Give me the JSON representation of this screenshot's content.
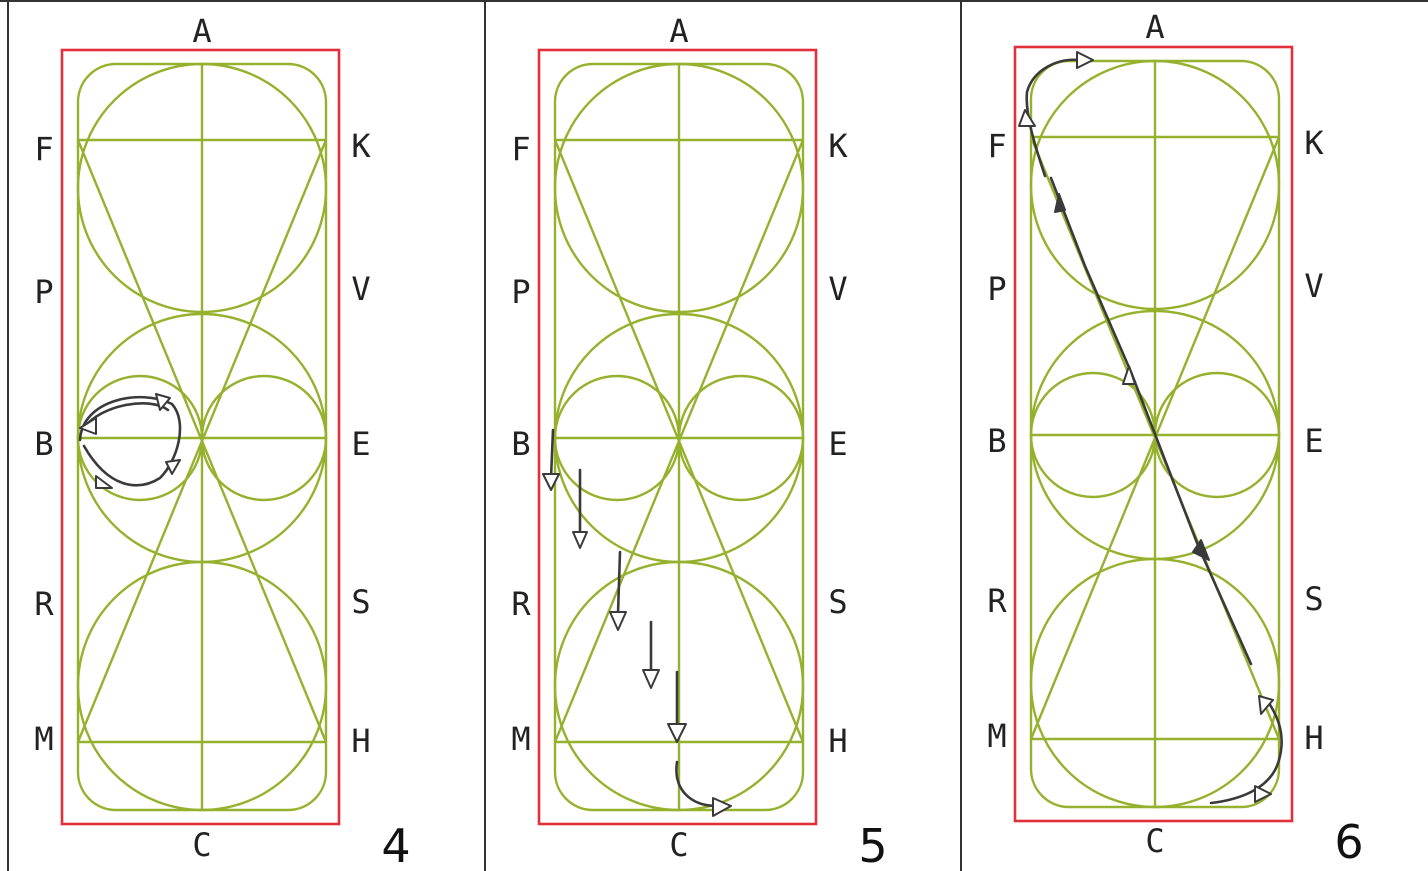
{
  "panels": [
    {
      "number": "4",
      "letters": {
        "top": "A",
        "bottom": "C",
        "left": [
          "F",
          "P",
          "B",
          "R",
          "M"
        ],
        "right": [
          "K",
          "V",
          "E",
          "S",
          "H"
        ]
      }
    },
    {
      "number": "5",
      "letters": {
        "top": "A",
        "bottom": "C",
        "left": [
          "F",
          "P",
          "B",
          "R",
          "M"
        ],
        "right": [
          "K",
          "V",
          "E",
          "S",
          "H"
        ]
      }
    },
    {
      "number": "6",
      "letters": {
        "top": "A",
        "bottom": "C",
        "left": [
          "F",
          "P",
          "B",
          "R",
          "M"
        ],
        "right": [
          "K",
          "V",
          "E",
          "S",
          "H"
        ]
      }
    }
  ],
  "colors": {
    "arena": "#e0303a",
    "figures": "#95b12d",
    "path": "#3a3a3a"
  }
}
